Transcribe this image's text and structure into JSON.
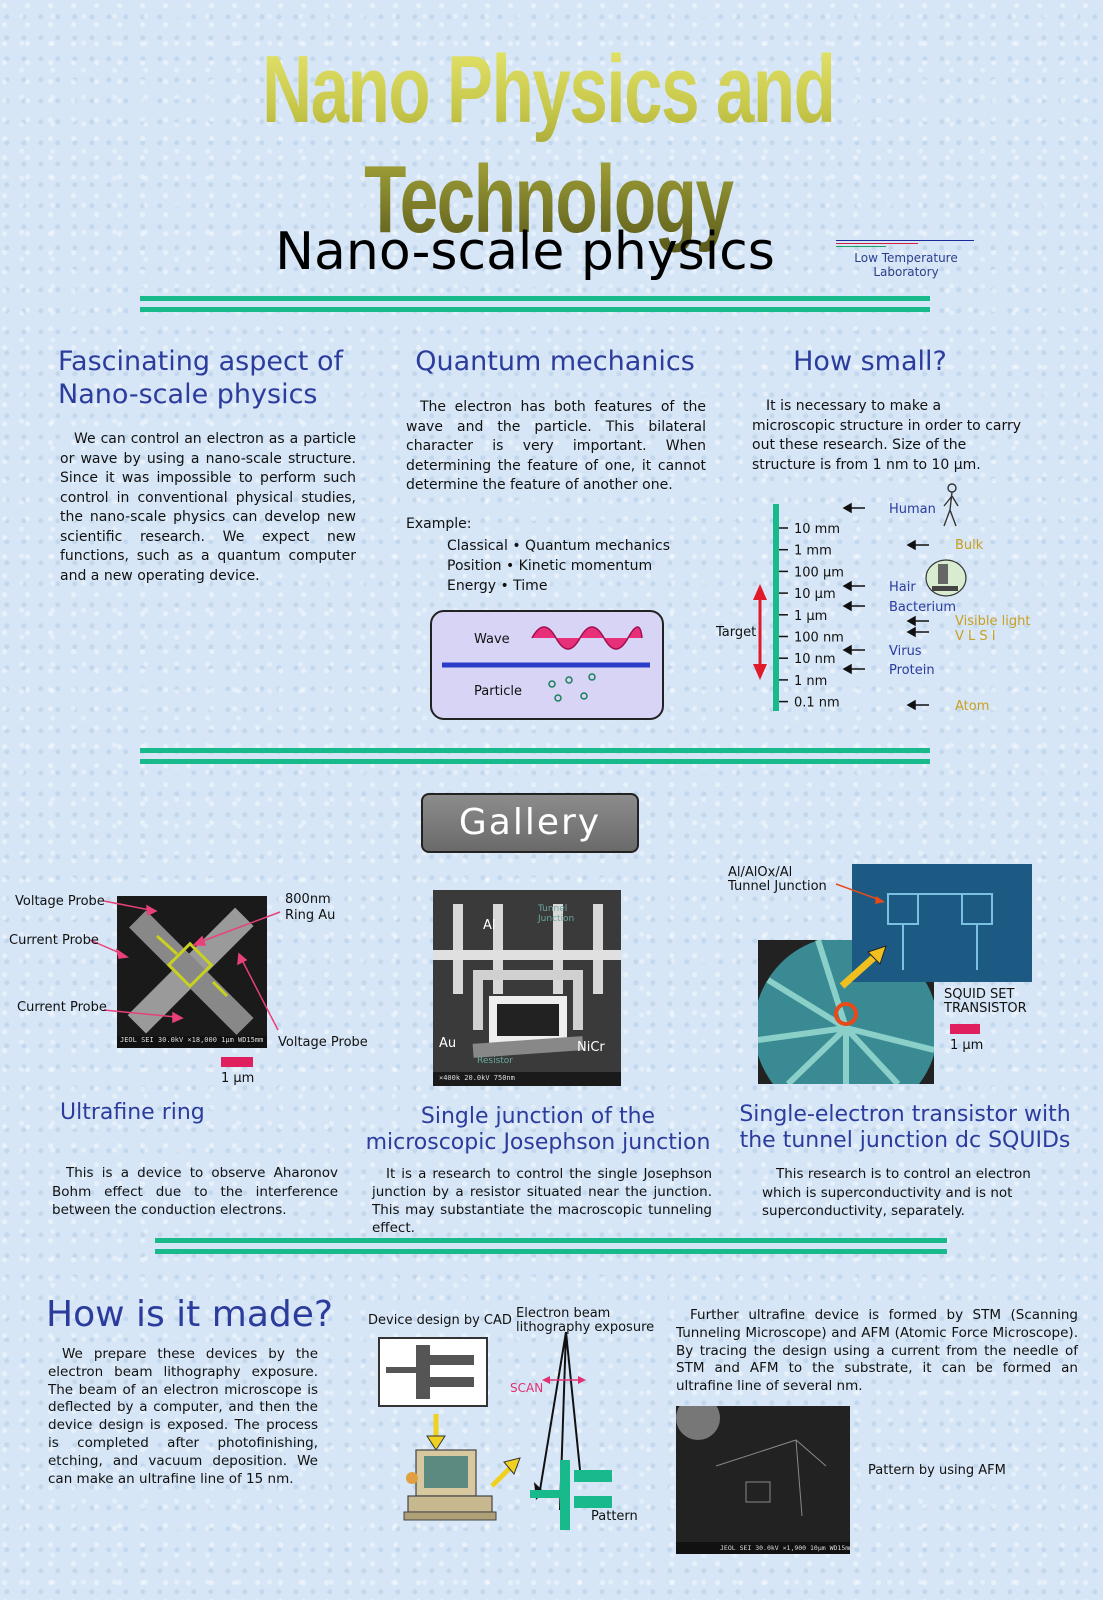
{
  "header": {
    "title": "Nano Physics and Technology",
    "subtitle": "Nano-scale physics",
    "lab_line1": "Low Temperature",
    "lab_line2": "Laboratory"
  },
  "fascinating": {
    "heading_line1": "Fascinating aspect of",
    "heading_line2": "Nano-scale physics",
    "text": "We can control an electron as a particle or wave by using a nano-scale structure. Since it was impossible to perform such control in conventional physical studies, the nano-scale physics can develop new scientific research. We expect new functions, such as a quantum computer and a new operating device."
  },
  "quantum": {
    "heading": "Quantum mechanics",
    "text": "The electron has both features of the wave and the particle. This bilateral character is very important. When determining the feature of one, it cannot determine the feature of another one.",
    "example_label": "Example:",
    "examples": [
      "Classical • Quantum mechanics",
      "Position • Kinetic momentum",
      "Energy • Time"
    ],
    "wave_label": "Wave",
    "particle_label": "Particle"
  },
  "how_small": {
    "heading": "How small?",
    "text": "It is necessary to make a microscopic structure in order to carry out these research. Size of the structure is from 1 nm to 10 μm.",
    "target_label": "Target",
    "ticks": [
      "10 mm",
      "1 mm",
      "100 μm",
      "10 μm",
      "1 μm",
      "100 nm",
      "10  nm",
      "1 nm",
      "0.1 nm"
    ],
    "objects": {
      "human": "Human",
      "bulk": "Bulk",
      "hair": "Hair",
      "bacterium": "Bacterium",
      "visible_light": "Visible light",
      "vlsi": "V L S I",
      "virus": "Virus",
      "protein": "Protein",
      "atom": "Atom"
    },
    "colors": {
      "axis": "#18b98a",
      "target": "#e01a2a",
      "blue": "#2b3c9c",
      "gold": "#c9a020"
    }
  },
  "gallery": {
    "button": "Gallery",
    "ring": {
      "labels": {
        "voltage_probe_top": "Voltage Probe",
        "current_probe_top": "Current Probe",
        "current_probe_bottom": "Current Probe",
        "ring_size": "800nm",
        "ring_material": "Ring  Au",
        "voltage_probe_right": "Voltage Probe",
        "scale": "1 μm"
      },
      "micrograph_caption": "JEOL SEI 30.0kV ×18,000 1μm WD15mm",
      "heading": "Ultrafine ring",
      "text": "This is a device to observe Aharonov Bohm effect due to the interference between the conduction electrons."
    },
    "josephson": {
      "labels": {
        "al": "Al",
        "au": "Au",
        "nicr": "NiCr",
        "tunnel": "Tunnel Junction",
        "resistor": "Resistor"
      },
      "micrograph_caption": "×400k 20.0kV 750nm",
      "heading_line1": "Single junction of the",
      "heading_line2": "microscopic Josephson junction",
      "text": "It is a research to control the single Josephson junction by a resistor situated near the junction. This may substantiate the macroscopic tunneling effect."
    },
    "squid": {
      "labels": {
        "junction_line1": "Al/AlOx/Al",
        "junction_line2": "Tunnel Junction",
        "transistor_line1": "SQUID SET",
        "transistor_line2": "TRANSISTOR",
        "scale": "1 μm"
      },
      "heading_line1": "Single-electron transistor with",
      "heading_line2": "the tunnel junction dc SQUIDs",
      "text": "This research is to control an electron which is superconductivity and is not superconductivity, separately."
    }
  },
  "how_made": {
    "heading": "How is it made?",
    "text": "We prepare these devices by the electron beam lithography exposure. The beam of an electron microscope is deflected by a computer, and then the device design is exposed. The process is completed after photofinishing, etching, and vacuum deposition. We can make an ultrafine line of 15 nm.",
    "cad_label": "Device design by CAD",
    "ebeam_line1": "Electron beam",
    "ebeam_line2": "lithography exposure",
    "scan_label": "SCAN",
    "pattern_label": "Pattern",
    "stm_text": "Further ultrafine device is formed by STM (Scanning Tunneling Microscope) and AFM (Atomic Force Microscope). By tracing the design using a current from the needle of STM and AFM to the substrate, it can be formed an ultrafine line of several nm.",
    "afm_label": "Pattern by using AFM",
    "afm_caption": "JEOL SEI 30.0kV ×1,900 10μm WD15mm"
  }
}
